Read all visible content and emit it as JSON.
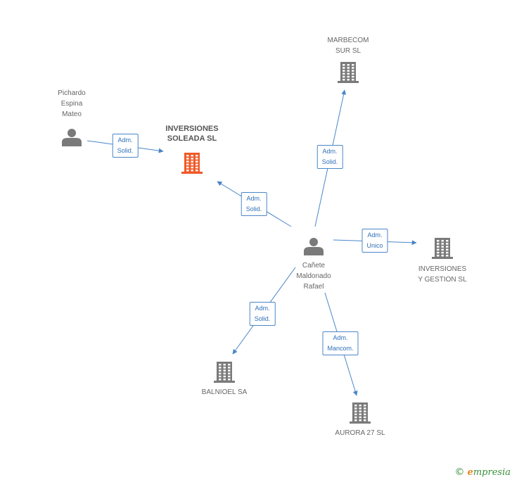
{
  "colors": {
    "edge": "#4a86c8",
    "node": "#7a7a7a",
    "highlight": "#f05a28"
  },
  "nodes": [
    {
      "id": "pichardo",
      "kind": "person",
      "label": "Pichardo\nEspina\nMateo",
      "highlight": false
    },
    {
      "id": "inversiones_soleada",
      "kind": "company",
      "label": "INVERSIONES\nSOLEADA SL",
      "highlight": true
    },
    {
      "id": "marbecom",
      "kind": "company",
      "label": "MARBECOM\nSUR SL",
      "highlight": false
    },
    {
      "id": "canete",
      "kind": "person",
      "label": "Cañete\nMaldonado\nRafael",
      "highlight": false
    },
    {
      "id": "inversiones_gestion",
      "kind": "company",
      "label": "INVERSIONES\nY GESTION SL",
      "highlight": false
    },
    {
      "id": "balnioel",
      "kind": "company",
      "label": "BALNIOEL SA",
      "highlight": false
    },
    {
      "id": "aurora",
      "kind": "company",
      "label": "AURORA 27 SL",
      "highlight": false
    }
  ],
  "edges": [
    {
      "id": "e1",
      "from": "pichardo",
      "to": "inversiones_soleada",
      "label": "Adm.\nSolid."
    },
    {
      "id": "e2",
      "from": "canete",
      "to": "inversiones_soleada",
      "label": "Adm.\nSolid."
    },
    {
      "id": "e3",
      "from": "canete",
      "to": "marbecom",
      "label": "Adm.\nSolid."
    },
    {
      "id": "e4",
      "from": "canete",
      "to": "inversiones_gestion",
      "label": "Adm.\nUnico"
    },
    {
      "id": "e5",
      "from": "canete",
      "to": "balnioel",
      "label": "Adm.\nSolid."
    },
    {
      "id": "e6",
      "from": "canete",
      "to": "aurora",
      "label": "Adm.\nMancom."
    }
  ],
  "footer": {
    "copyright_symbol": "©",
    "brand_initial": "e",
    "brand_rest": "mpresia"
  }
}
